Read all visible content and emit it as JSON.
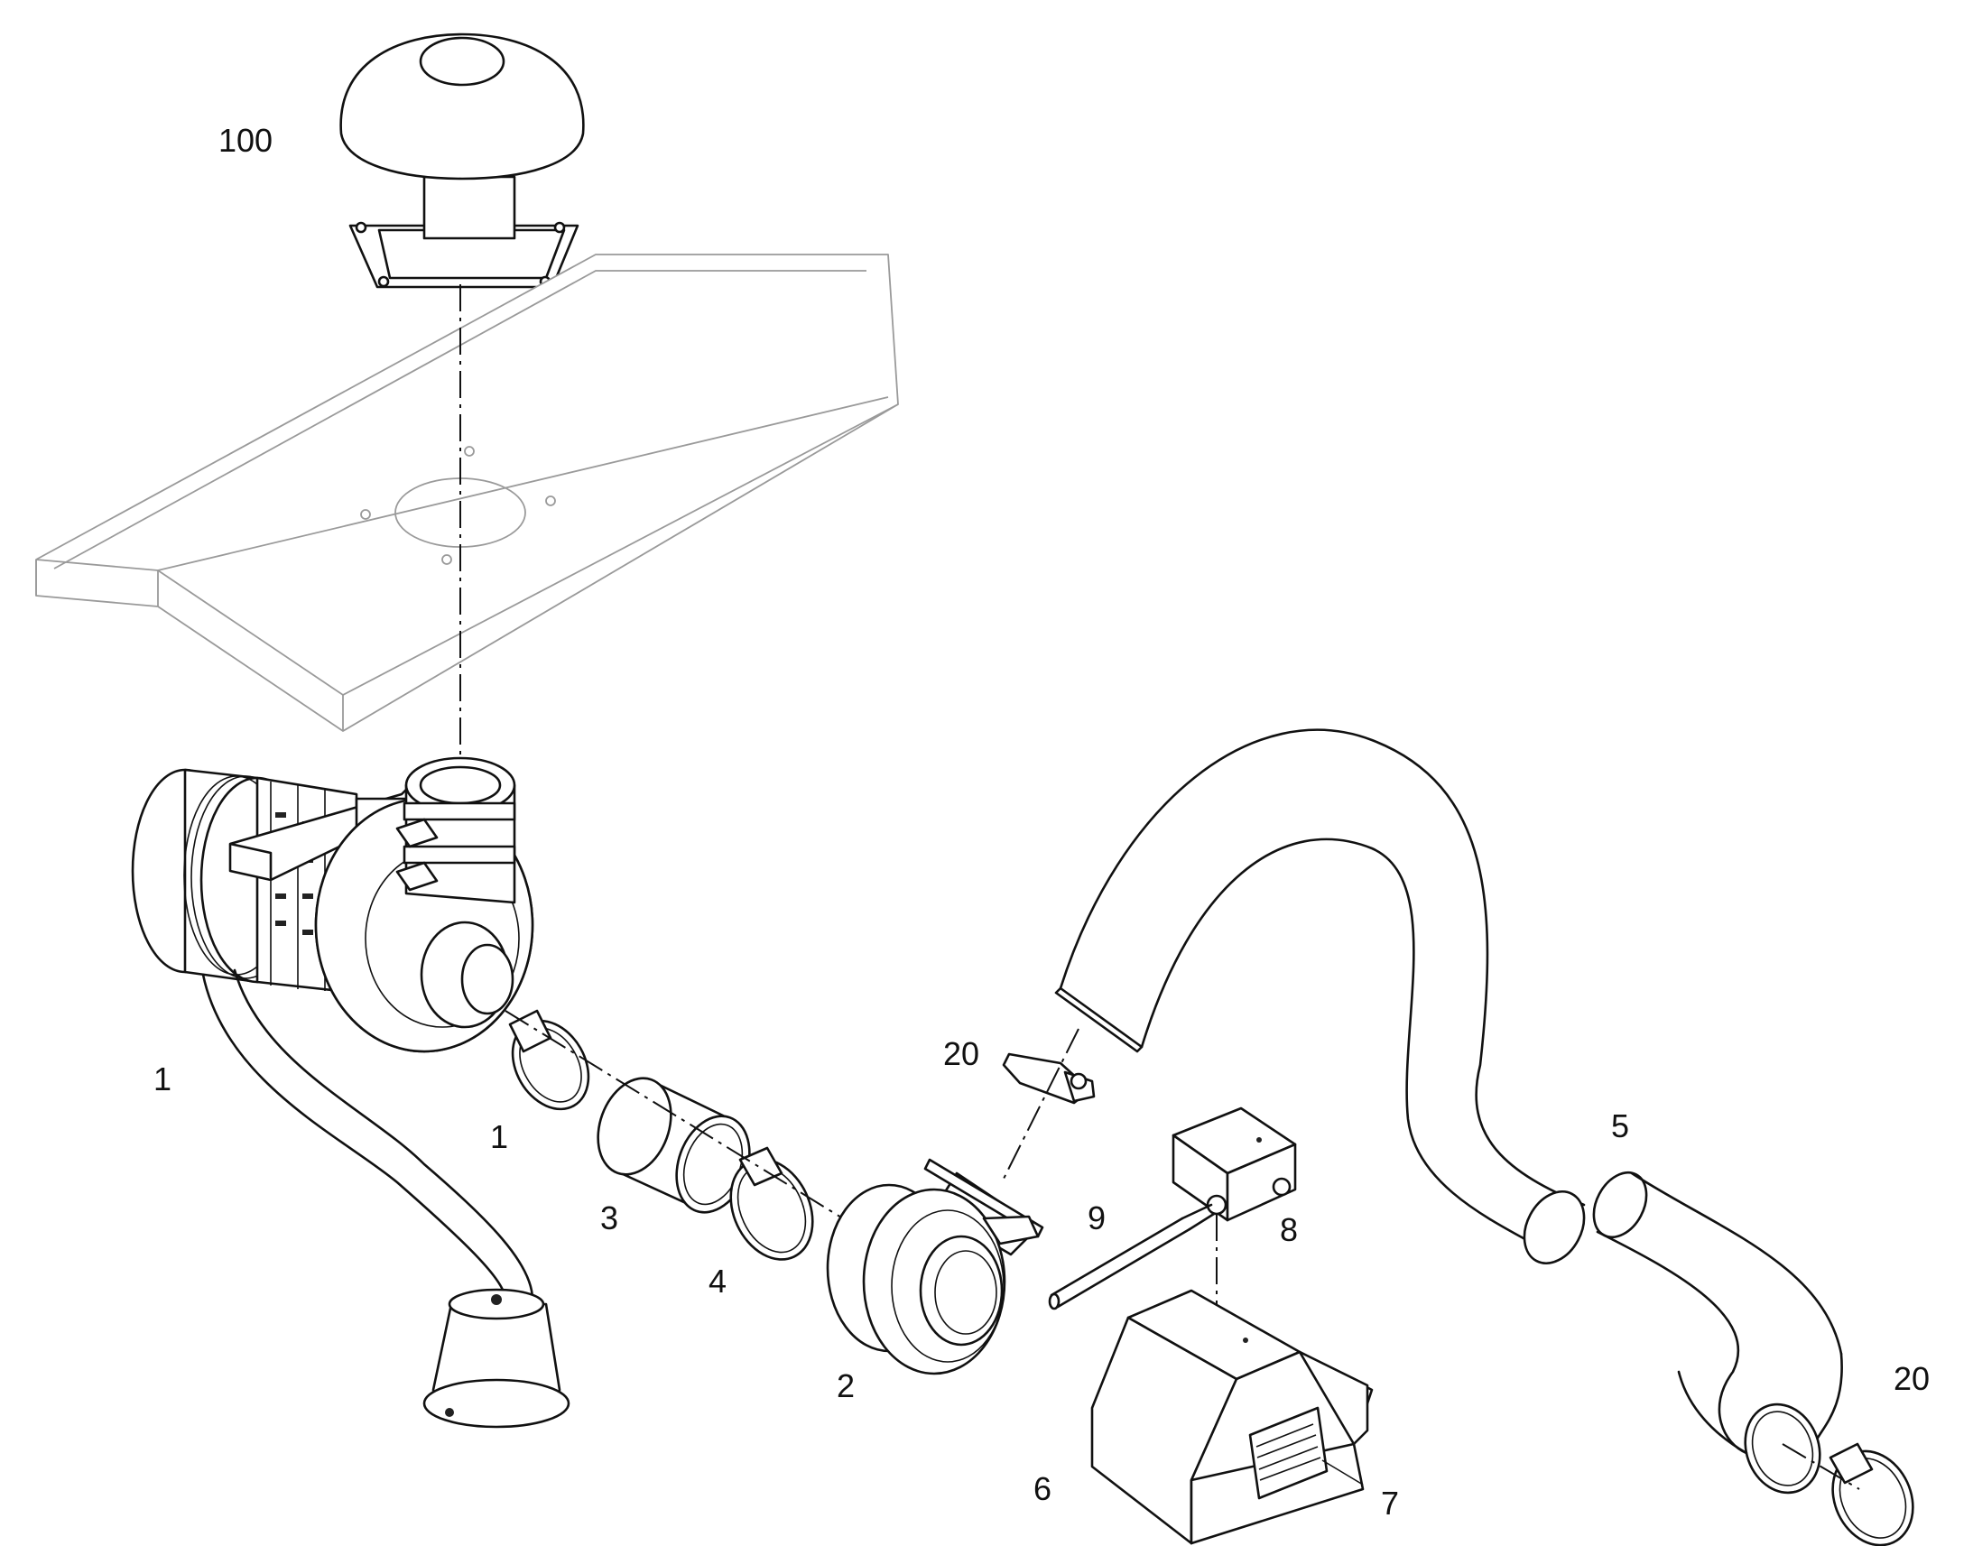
{
  "labels": [
    {
      "text": "100",
      "name": "label-100-roof-cowl"
    },
    {
      "text": "1",
      "name": "label-1-heater"
    },
    {
      "text": "1",
      "name": "label-1-hose-clamp"
    },
    {
      "text": "3",
      "name": "label-3-sleeve"
    },
    {
      "text": "4",
      "name": "label-4-hose-clamp"
    },
    {
      "text": "2",
      "name": "label-2-fan"
    },
    {
      "text": "20",
      "name": "label-20-sensor"
    },
    {
      "text": "9",
      "name": "label-9-cable"
    },
    {
      "text": "8",
      "name": "label-8-junction-box"
    },
    {
      "text": "5",
      "name": "label-5-hose"
    },
    {
      "text": "20",
      "name": "label-20-hose-clamp"
    },
    {
      "text": "6",
      "name": "label-6-cover"
    },
    {
      "text": "7",
      "name": "label-7-warning-label"
    }
  ]
}
